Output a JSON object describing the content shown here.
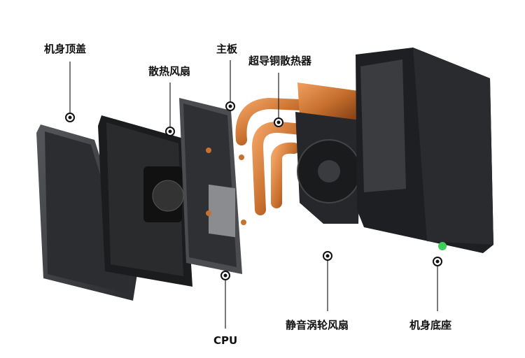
{
  "labels": {
    "top_cover": "机身顶盖",
    "cooling_fan": "散热风扇",
    "motherboard": "主板",
    "copper_heatsink": "超导铜散热器",
    "cpu": "CPU",
    "turbo_fan": "静音涡轮风扇",
    "base": "机身底座"
  },
  "colors": {
    "copper": "#c8702e",
    "body": "#1e1f22",
    "cover": "#3a3b3e",
    "power_led": "#3ecf5a"
  }
}
